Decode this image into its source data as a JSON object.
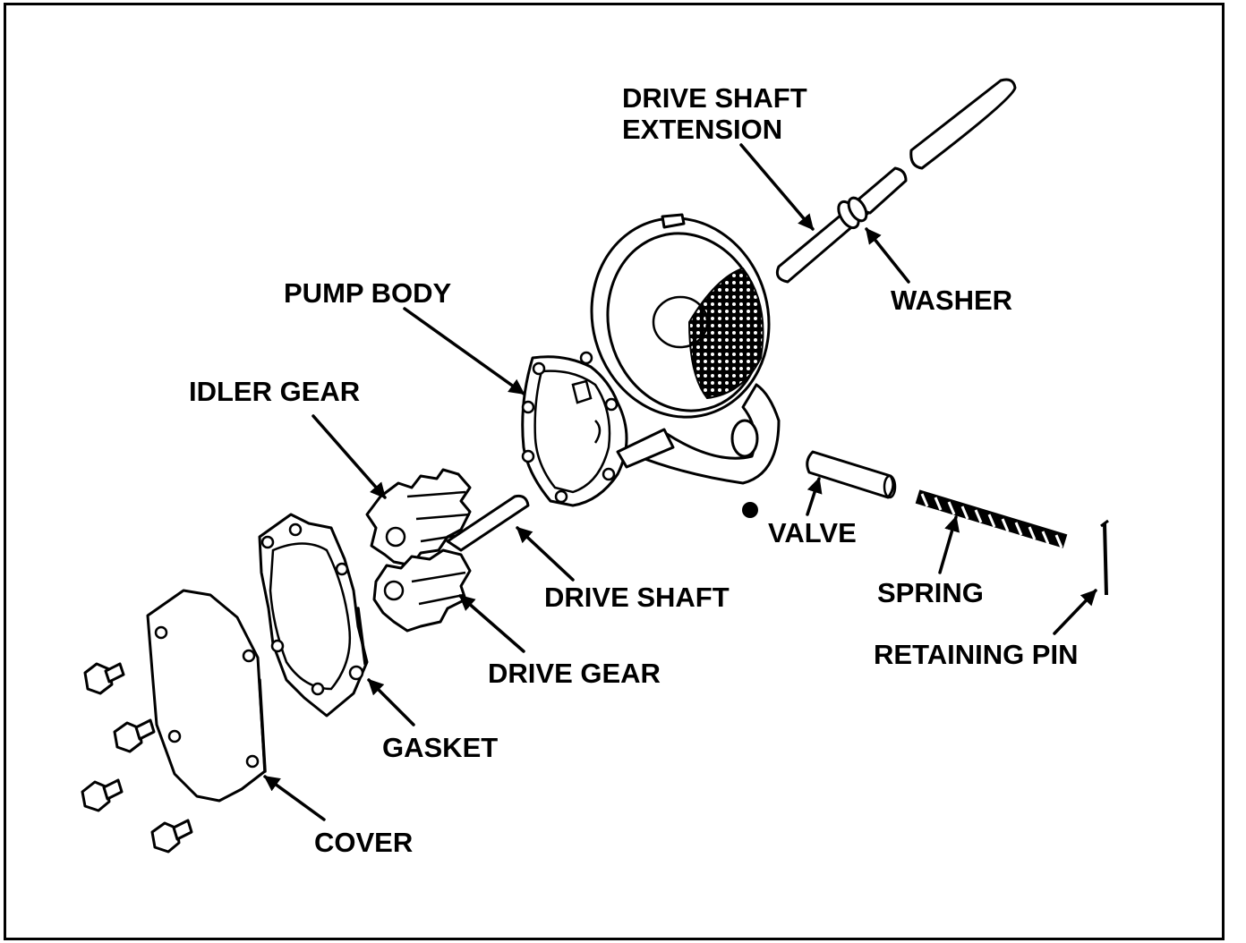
{
  "diagram": {
    "labels": {
      "drive_shaft_extension_1": "DRIVE SHAFT",
      "drive_shaft_extension_2": "EXTENSION",
      "washer": "WASHER",
      "pump_body": "PUMP BODY",
      "idler_gear": "IDLER GEAR",
      "valve": "VALVE",
      "drive_shaft": "DRIVE SHAFT",
      "spring": "SPRING",
      "retaining_pin": "RETAINING PIN",
      "drive_gear": "DRIVE GEAR",
      "gasket": "GASKET",
      "cover": "COVER"
    },
    "colors": {
      "ink": "#000000",
      "paper": "#ffffff"
    }
  }
}
